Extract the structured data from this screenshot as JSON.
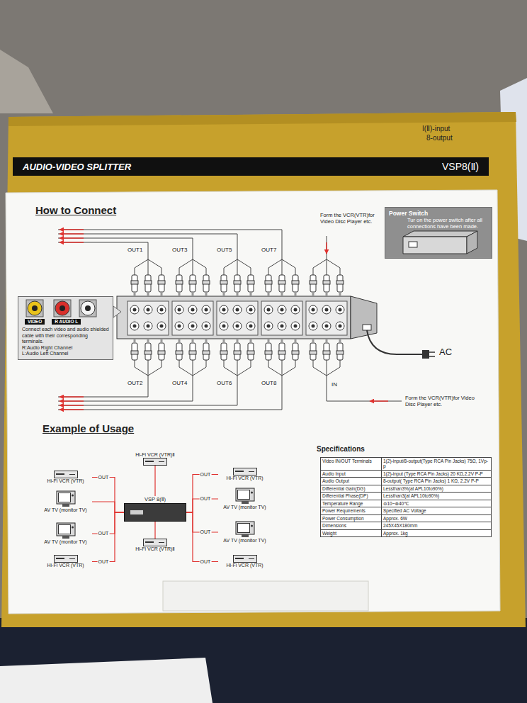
{
  "diagram": {
    "nodes": [
      {
        "text": [
          "AUDIO-VIDEO SPLITTER",
          "VSP8(Ⅱ)"
        ]
      },
      {
        "text": [
          "VIDEO",
          "R AUDIO L",
          "Connect each video and audio shielded cable with their corresponding terminals.",
          "R:Audio Right Channel",
          "L:Audio Left Channel"
        ]
      },
      {
        "text": [
          "Power Switch",
          "Tur on the power switch after all connections have been made."
        ]
      },
      {
        "text": [
          "Hi-Fi VCR (VTR)Ⅱ"
        ]
      },
      {
        "text": [
          "Hi-Fi VCR (VTR)"
        ]
      },
      {
        "text": [
          "VSP 8(Ⅱ)"
        ]
      },
      {
        "text": [
          "Hi-Fi VCR (VTR)"
        ]
      },
      {
        "text": [
          "AV TV (monitor TV)"
        ]
      },
      {
        "text": [
          "AV TV (monitor TV)"
        ]
      },
      {
        "text": [
          "AV TV (monitor TV)"
        ]
      },
      {
        "text": [
          "AV TV (monitor TV)"
        ]
      },
      {
        "text": [
          "Hi-Fi VCR (VTR)Ⅱ"
        ]
      },
      {
        "text": [
          "Hi-Fi VCR (VTR)"
        ]
      },
      {
        "text": [
          "Hi-Fi VCR (VTR)"
        ]
      }
    ],
    "edges": [
      {
        "from": 3,
        "to": 5,
        "arrow": "none"
      },
      {
        "from": 11,
        "to": 5,
        "arrow": "none"
      },
      {
        "from": 5,
        "to": 4,
        "label": "OUT",
        "arrow": "none"
      },
      {
        "from": 5,
        "to": 7,
        "arrow": "none"
      },
      {
        "from": 5,
        "to": 9,
        "label": "OUT",
        "arrow": "none"
      },
      {
        "from": 5,
        "to": 12,
        "label": "OUT",
        "arrow": "none"
      },
      {
        "from": 5,
        "to": 6,
        "label": "OUT",
        "arrow": "none"
      },
      {
        "from": 5,
        "to": 8,
        "label": "OUT",
        "arrow": "none"
      },
      {
        "from": 5,
        "to": 10,
        "label": "OUT",
        "arrow": "none"
      },
      {
        "from": 5,
        "to": 13,
        "label": "OUT",
        "arrow": "none"
      }
    ],
    "labels": [
      "I(Ⅱ)-input",
      "8-output",
      "How to Connect",
      "Form the VCR(VTR)for Video Disc Player etc.",
      "OUT1",
      "OUT3",
      "OUT5",
      "OUT7",
      "OUT2",
      "OUT4",
      "OUT6",
      "OUT8",
      "IN",
      "AC",
      "Form the VCR(VTR)for Video Disc Player etc.",
      "Example of Usage",
      "Specifications",
      "Video IN/OUT Terminals",
      "1(2)-input/8-output(Type RCA Pin Jacks) 75Ω, 1Vp-p",
      "Audio Input",
      "1(2)-input (Type RCA Pin Jacks) 20 KΩ,2.2V P-P",
      "Audio Output",
      "8-output( Type RCA Pin Jacks) 1 KΩ, 2.2V P-P",
      "Differential Gain(DG)",
      "Lessthan3%(at APL10to90%)",
      "Differential Phase(DP)",
      "Lessthan3(at APL10to90%)",
      "Temperature Range",
      "⊖10~⊕40℃",
      "Power Requirements",
      "Specified AC Voltage",
      "Power Consumption",
      "Approx. 6W",
      "Dimensions",
      "245X45X180mm",
      "Weight",
      "Approx. 1kg"
    ]
  }
}
